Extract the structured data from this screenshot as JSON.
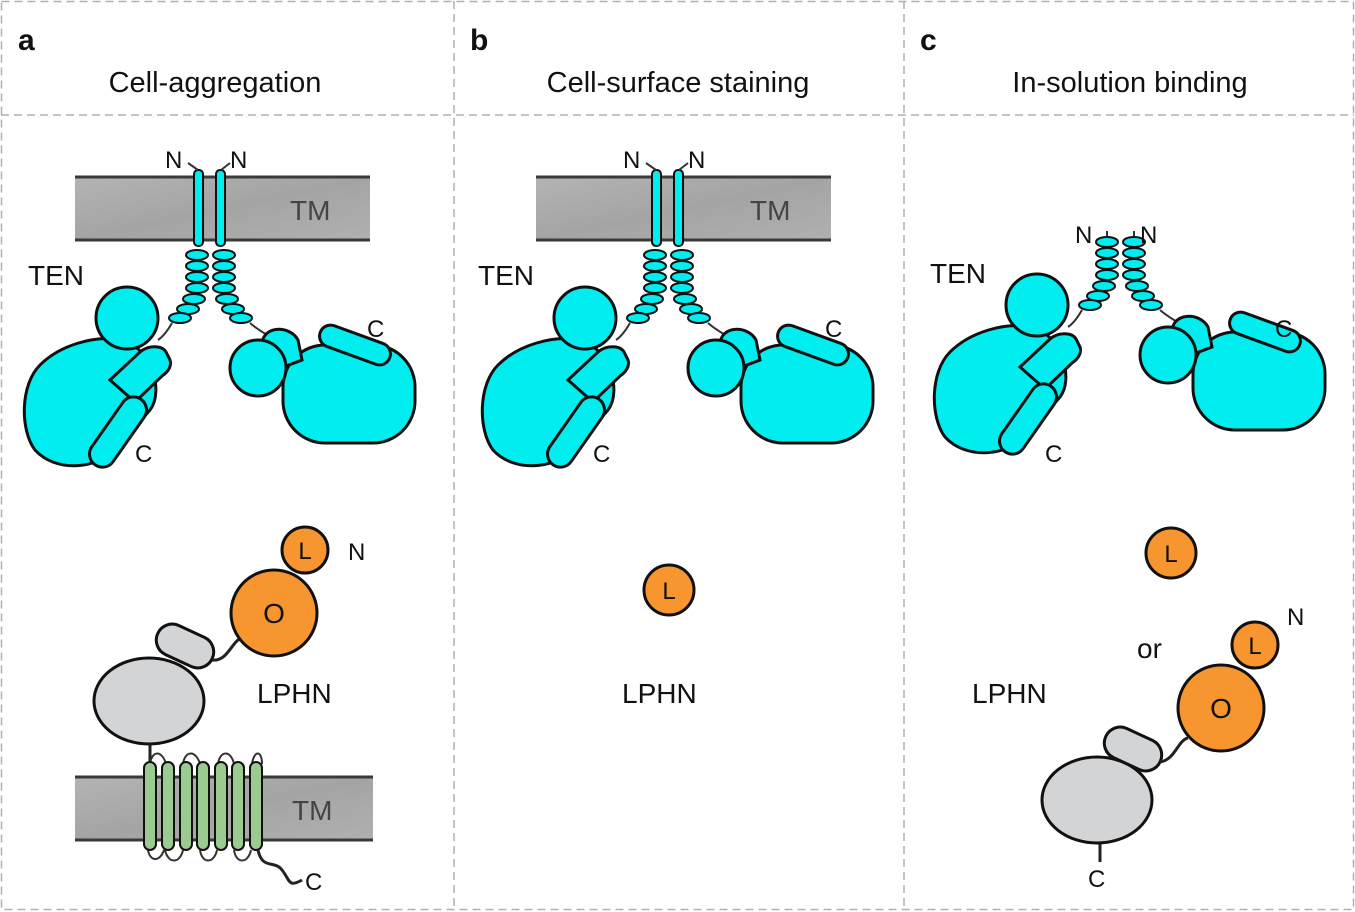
{
  "panels": [
    {
      "letter": "a",
      "title": "Cell-aggregation",
      "ten": {
        "label": "TEN",
        "n_left": "N",
        "n_right": "N",
        "c_left": "C",
        "c_right": "C",
        "tm": "TM"
      },
      "lphn": {
        "label": "LPHN",
        "l": "L",
        "o": "O",
        "n": "N",
        "c": "C",
        "tm": "TM"
      }
    },
    {
      "letter": "b",
      "title": "Cell-surface staining",
      "ten": {
        "label": "TEN",
        "n_left": "N",
        "n_right": "N",
        "c_left": "C",
        "c_right": "C",
        "tm": "TM"
      },
      "lphn": {
        "label": "LPHN",
        "l": "L"
      }
    },
    {
      "letter": "c",
      "title": "In-solution binding",
      "ten": {
        "label": "TEN",
        "n_left": "N",
        "n_right": "N",
        "c_left": "C",
        "c_right": "C"
      },
      "lphn": {
        "label": "LPHN",
        "l_alone": "L",
        "or": "or",
        "l": "L",
        "o": "O",
        "n": "N",
        "c": "C"
      }
    }
  ],
  "colors": {
    "teneurin": "#00eef0",
    "latrophilin_domain": "#f7952f",
    "latrophilin_body": "#d3d4d6",
    "transmembrane_helix": "#9ccb91",
    "membrane": "#a8a8a8"
  }
}
